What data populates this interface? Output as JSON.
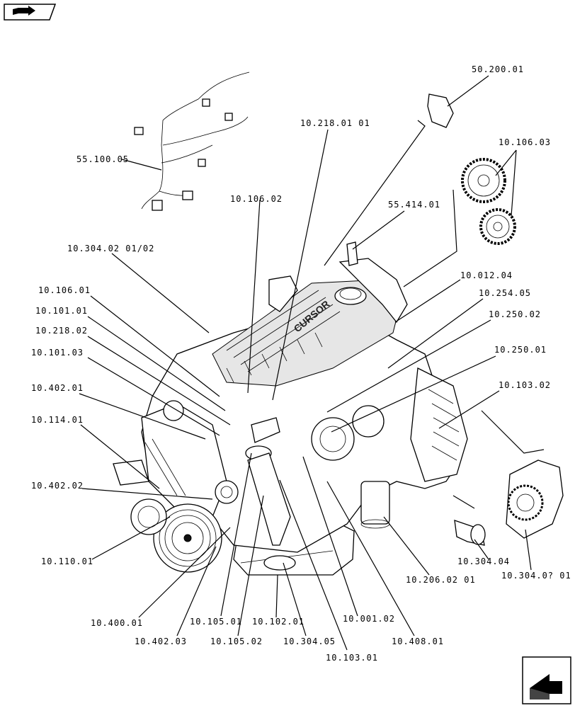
{
  "icons": {
    "top_left": "book-arrow-icon",
    "bottom_right": "next-page-arrow-icon"
  },
  "labels": [
    "50.200.01",
    "10.106.03",
    "10.218.01 01",
    "55.100.05",
    "10.106.02",
    "55.414.01",
    "10.304.02 01/02",
    "10.012.04",
    "10.254.05",
    "10.106.01",
    "10.101.01",
    "10.250.02",
    "10.218.02",
    "10.250.01",
    "10.101.03",
    "10.103.02",
    "10.402.01",
    "10.114.01",
    "10.402.02",
    "10.110.01",
    "10.304.04",
    "10.304.0? 01",
    "10.206.02 01",
    "10.400.01",
    "10.105.01",
    "10.102.01",
    "10.001.02",
    "10.402.03",
    "10.105.02",
    "10.304.05",
    "10.408.01",
    "10.103.01"
  ]
}
